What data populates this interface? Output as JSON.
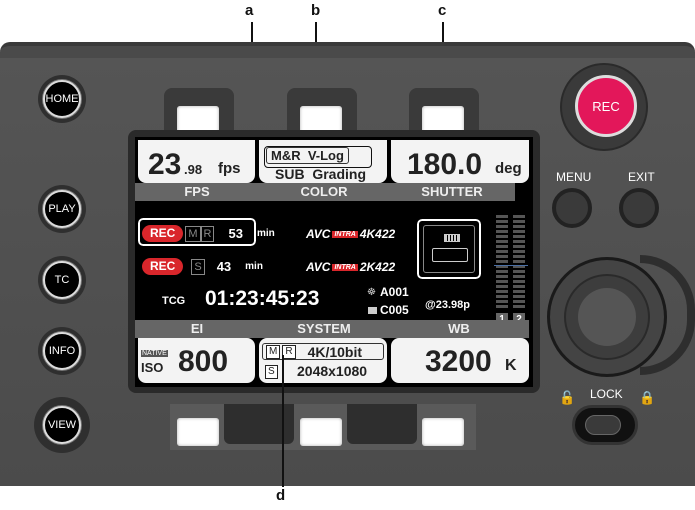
{
  "callouts": {
    "a": "a",
    "b": "b",
    "c": "c",
    "d": "d"
  },
  "left_buttons": [
    "HOME",
    "PLAY",
    "TC",
    "INFO",
    "VIEW"
  ],
  "rec_button": "REC",
  "menu_label": "MENU",
  "exit_label": "EXIT",
  "lock_label": "LOCK",
  "fps": {
    "big": "23",
    "small": ".98",
    "unit": "fps",
    "label": "FPS"
  },
  "color": {
    "main": "M&R  V-Log",
    "sub": "SUB  Grading",
    "label": "COLOR"
  },
  "shutter": {
    "value": "180.0",
    "unit": "deg",
    "label": "SHUTTER"
  },
  "slots": [
    {
      "rec": "REC",
      "media": [
        "M",
        "R"
      ],
      "remain": "53",
      "unit": "min",
      "codec": "AVC",
      "intra": "INTRA",
      "format": "4K422"
    },
    {
      "rec": "REC",
      "media": [
        "S"
      ],
      "remain": "43",
      "unit": "min",
      "codec": "AVC",
      "intra": "INTRA",
      "format": "2K422"
    }
  ],
  "timecode": {
    "label": "TCG",
    "value": "01:23:45:23"
  },
  "reel": "A001",
  "clip": "C005",
  "frame_rate_tag": "@23.98p",
  "audio_channels": [
    "1",
    "2"
  ],
  "ei": {
    "native": "NATIVE",
    "iso": "ISO",
    "value": "800",
    "label": "EI"
  },
  "system": {
    "label": "SYSTEM",
    "main_media": [
      "M",
      "R"
    ],
    "main": "4K/10bit",
    "sub_media": "S",
    "sub": "2048x1080"
  },
  "wb": {
    "value": "3200",
    "unit": "K",
    "label": "WB"
  },
  "colors": {
    "rec_red": "#e3175a",
    "rec_pill": "#d9262b",
    "panel": "#4a4a4a",
    "screen": "#000000"
  }
}
